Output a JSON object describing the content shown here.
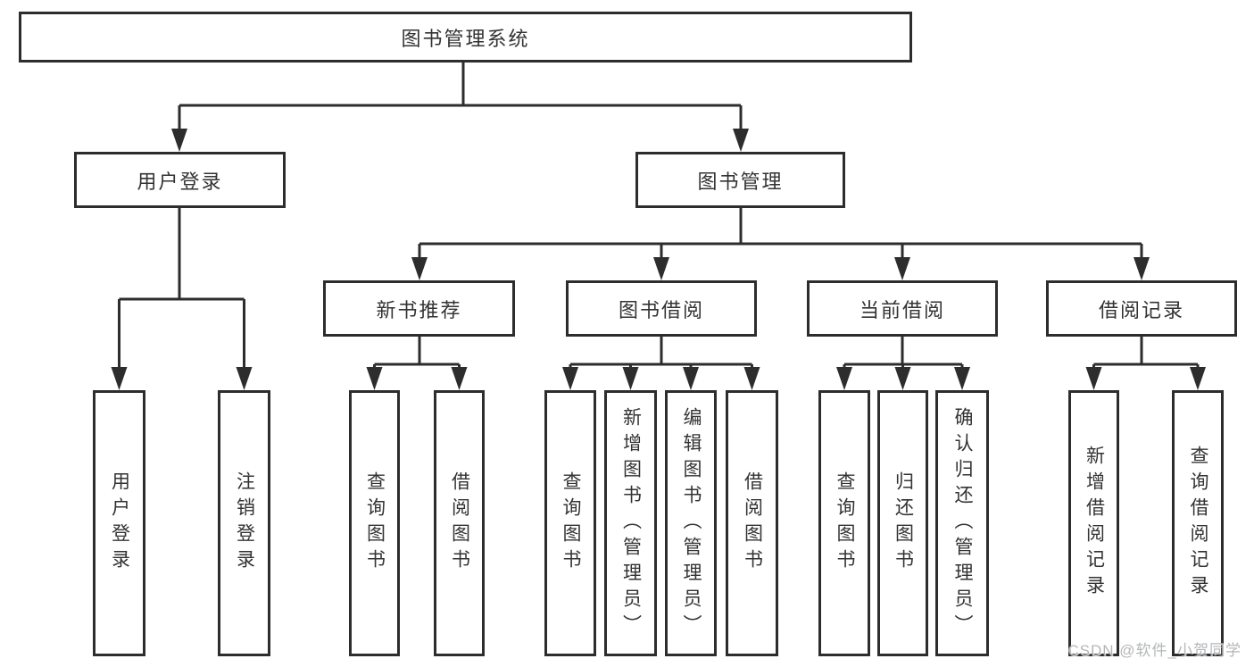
{
  "tree": {
    "root": {
      "label": "图书管理系统"
    },
    "level2": [
      {
        "label": "用户登录"
      },
      {
        "label": "图书管理"
      }
    ],
    "level3": [
      {
        "label": "新书推荐"
      },
      {
        "label": "图书借阅"
      },
      {
        "label": "当前借阅"
      },
      {
        "label": "借阅记录"
      }
    ],
    "leaves": {
      "user_login": [
        "用户登录",
        "注销登录"
      ],
      "new_book_recommend": [
        "查询图书",
        "借阅图书"
      ],
      "book_borrow": [
        "查询图书",
        "新增图书（管理员）",
        "编辑图书（管理员）",
        "借阅图书"
      ],
      "current_borrow": [
        "查询图书",
        "归还图书",
        "确认归还（管理员）"
      ],
      "borrow_records": [
        "新增借阅记录",
        "查询借阅记录"
      ]
    }
  },
  "watermark": "CSDN @软件_小贺同学",
  "colors": {
    "line": "#2d2d2d",
    "border": "#2d2d2d",
    "text": "#333333",
    "watermark": "#b4b6b8",
    "background": "#ffffff"
  }
}
